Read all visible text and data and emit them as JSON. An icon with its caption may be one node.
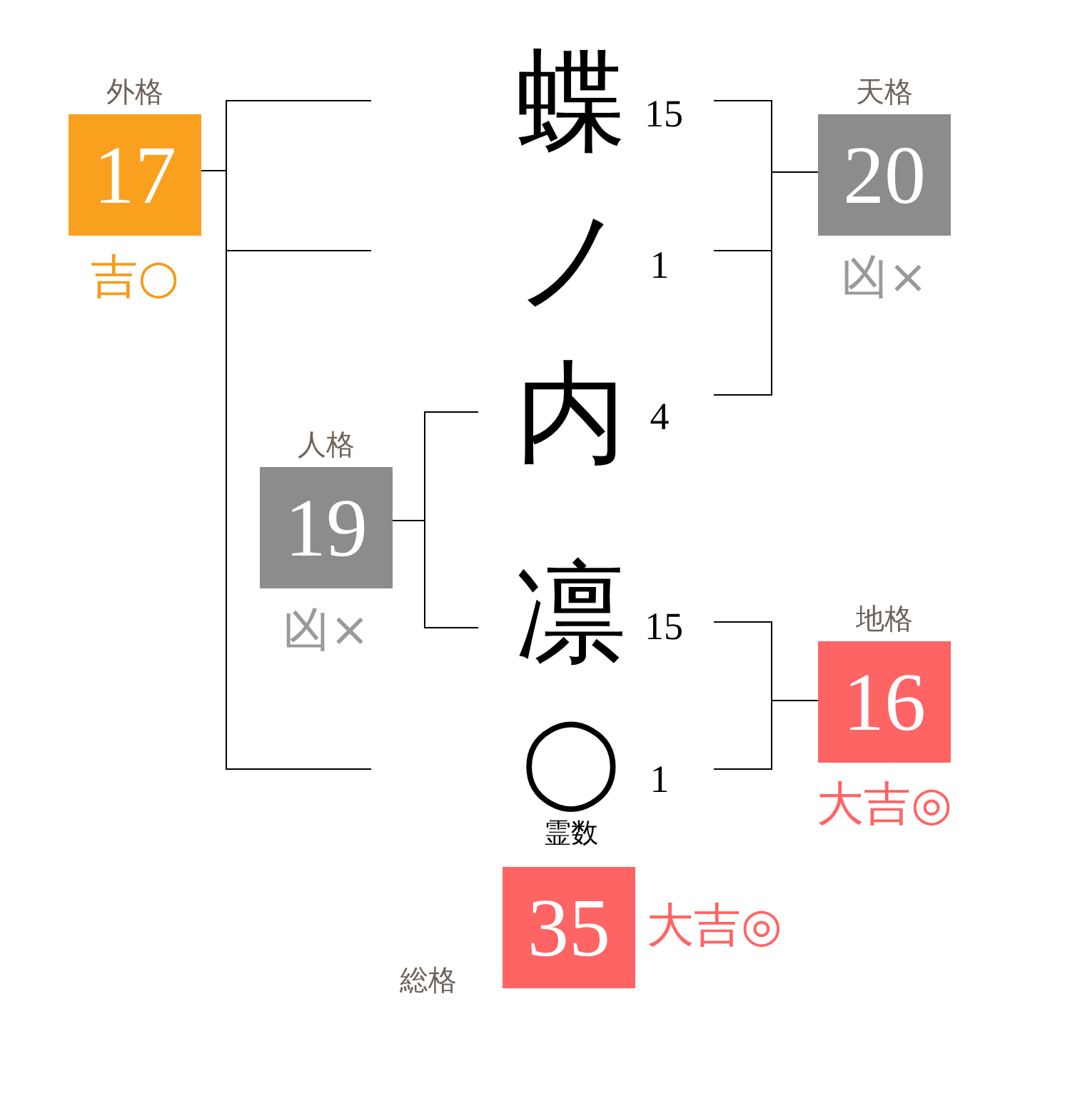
{
  "diagram": {
    "nodes": [
      {
        "text": [
          "外格",
          "17"
        ],
        "beside": [
          "吉○"
        ]
      },
      {
        "text": [
          "天格",
          "20"
        ],
        "beside": [
          "凶×"
        ]
      },
      {
        "text": [
          "人格",
          "19"
        ],
        "beside": [
          "凶×"
        ]
      },
      {
        "text": [
          "地格",
          "16"
        ],
        "beside": [
          "大吉◎"
        ]
      },
      {
        "text": [
          "総格",
          "35"
        ],
        "beside": [
          "大吉◎"
        ]
      }
    ],
    "labels": [
      "蝶",
      "15",
      "ノ",
      "1",
      "内",
      "4",
      "凛",
      "15",
      "◯",
      "1",
      "霊数"
    ]
  }
}
